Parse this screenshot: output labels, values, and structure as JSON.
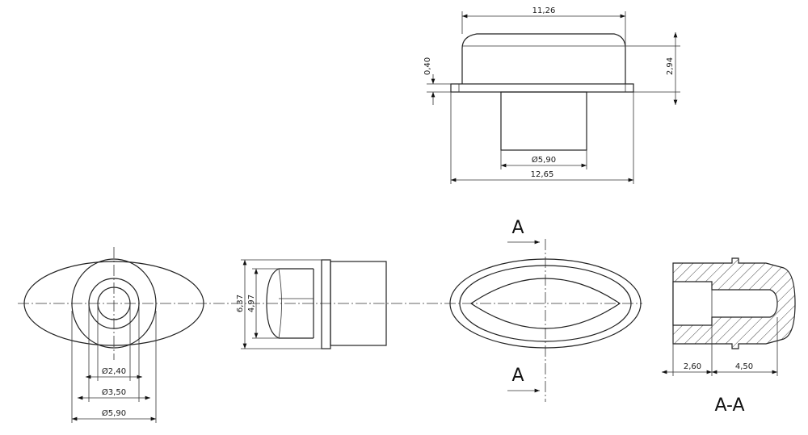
{
  "dimensions": {
    "top_width": "11,26",
    "top_height": "2,94",
    "flange_thickness": "0,40",
    "shaft_diameter": "Ø5,90",
    "base_width": "12,65",
    "front_inner_diameter": "Ø2,40",
    "front_mid_diameter": "Ø3,50",
    "front_outer_diameter": "Ø5,90",
    "side_height_outer": "6,37",
    "side_height_inner": "4,97",
    "section_left": "2,60",
    "section_right": "4,50"
  },
  "section_labels": {
    "cut_top": "A",
    "cut_bottom": "A",
    "section_title": "A-A"
  }
}
